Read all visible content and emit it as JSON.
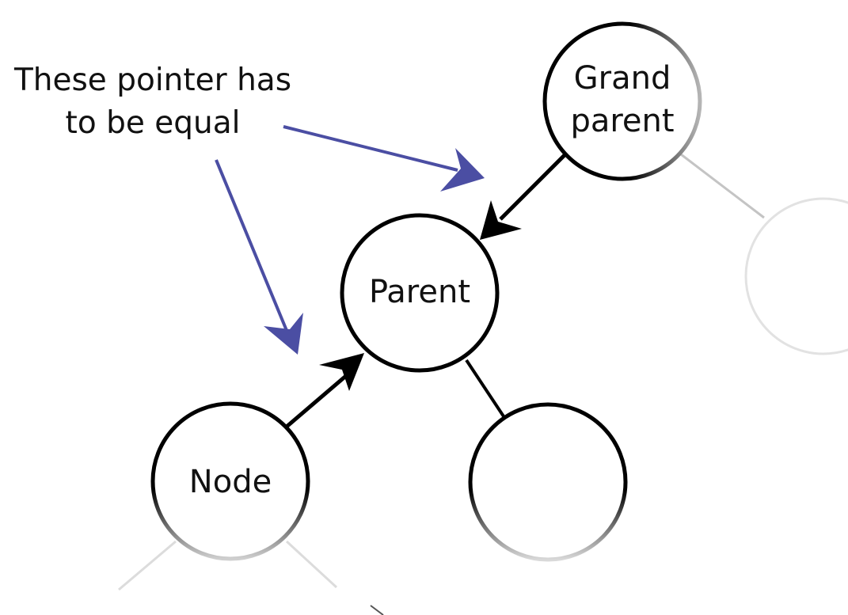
{
  "annotation": {
    "line1": "These pointer has",
    "line2": "to be equal"
  },
  "nodes": {
    "grandparent": {
      "line1": "Grand",
      "line2": "parent"
    },
    "parent": {
      "label": "Parent"
    },
    "node": {
      "label": "Node"
    },
    "sibling": {
      "label": ""
    },
    "uncle": {
      "label": ""
    }
  },
  "colors": {
    "node_stroke": "#000000",
    "pointer_arrow": "#000000",
    "annotation_arrow": "#4b4ea3",
    "faded": "#c8c8c8"
  }
}
